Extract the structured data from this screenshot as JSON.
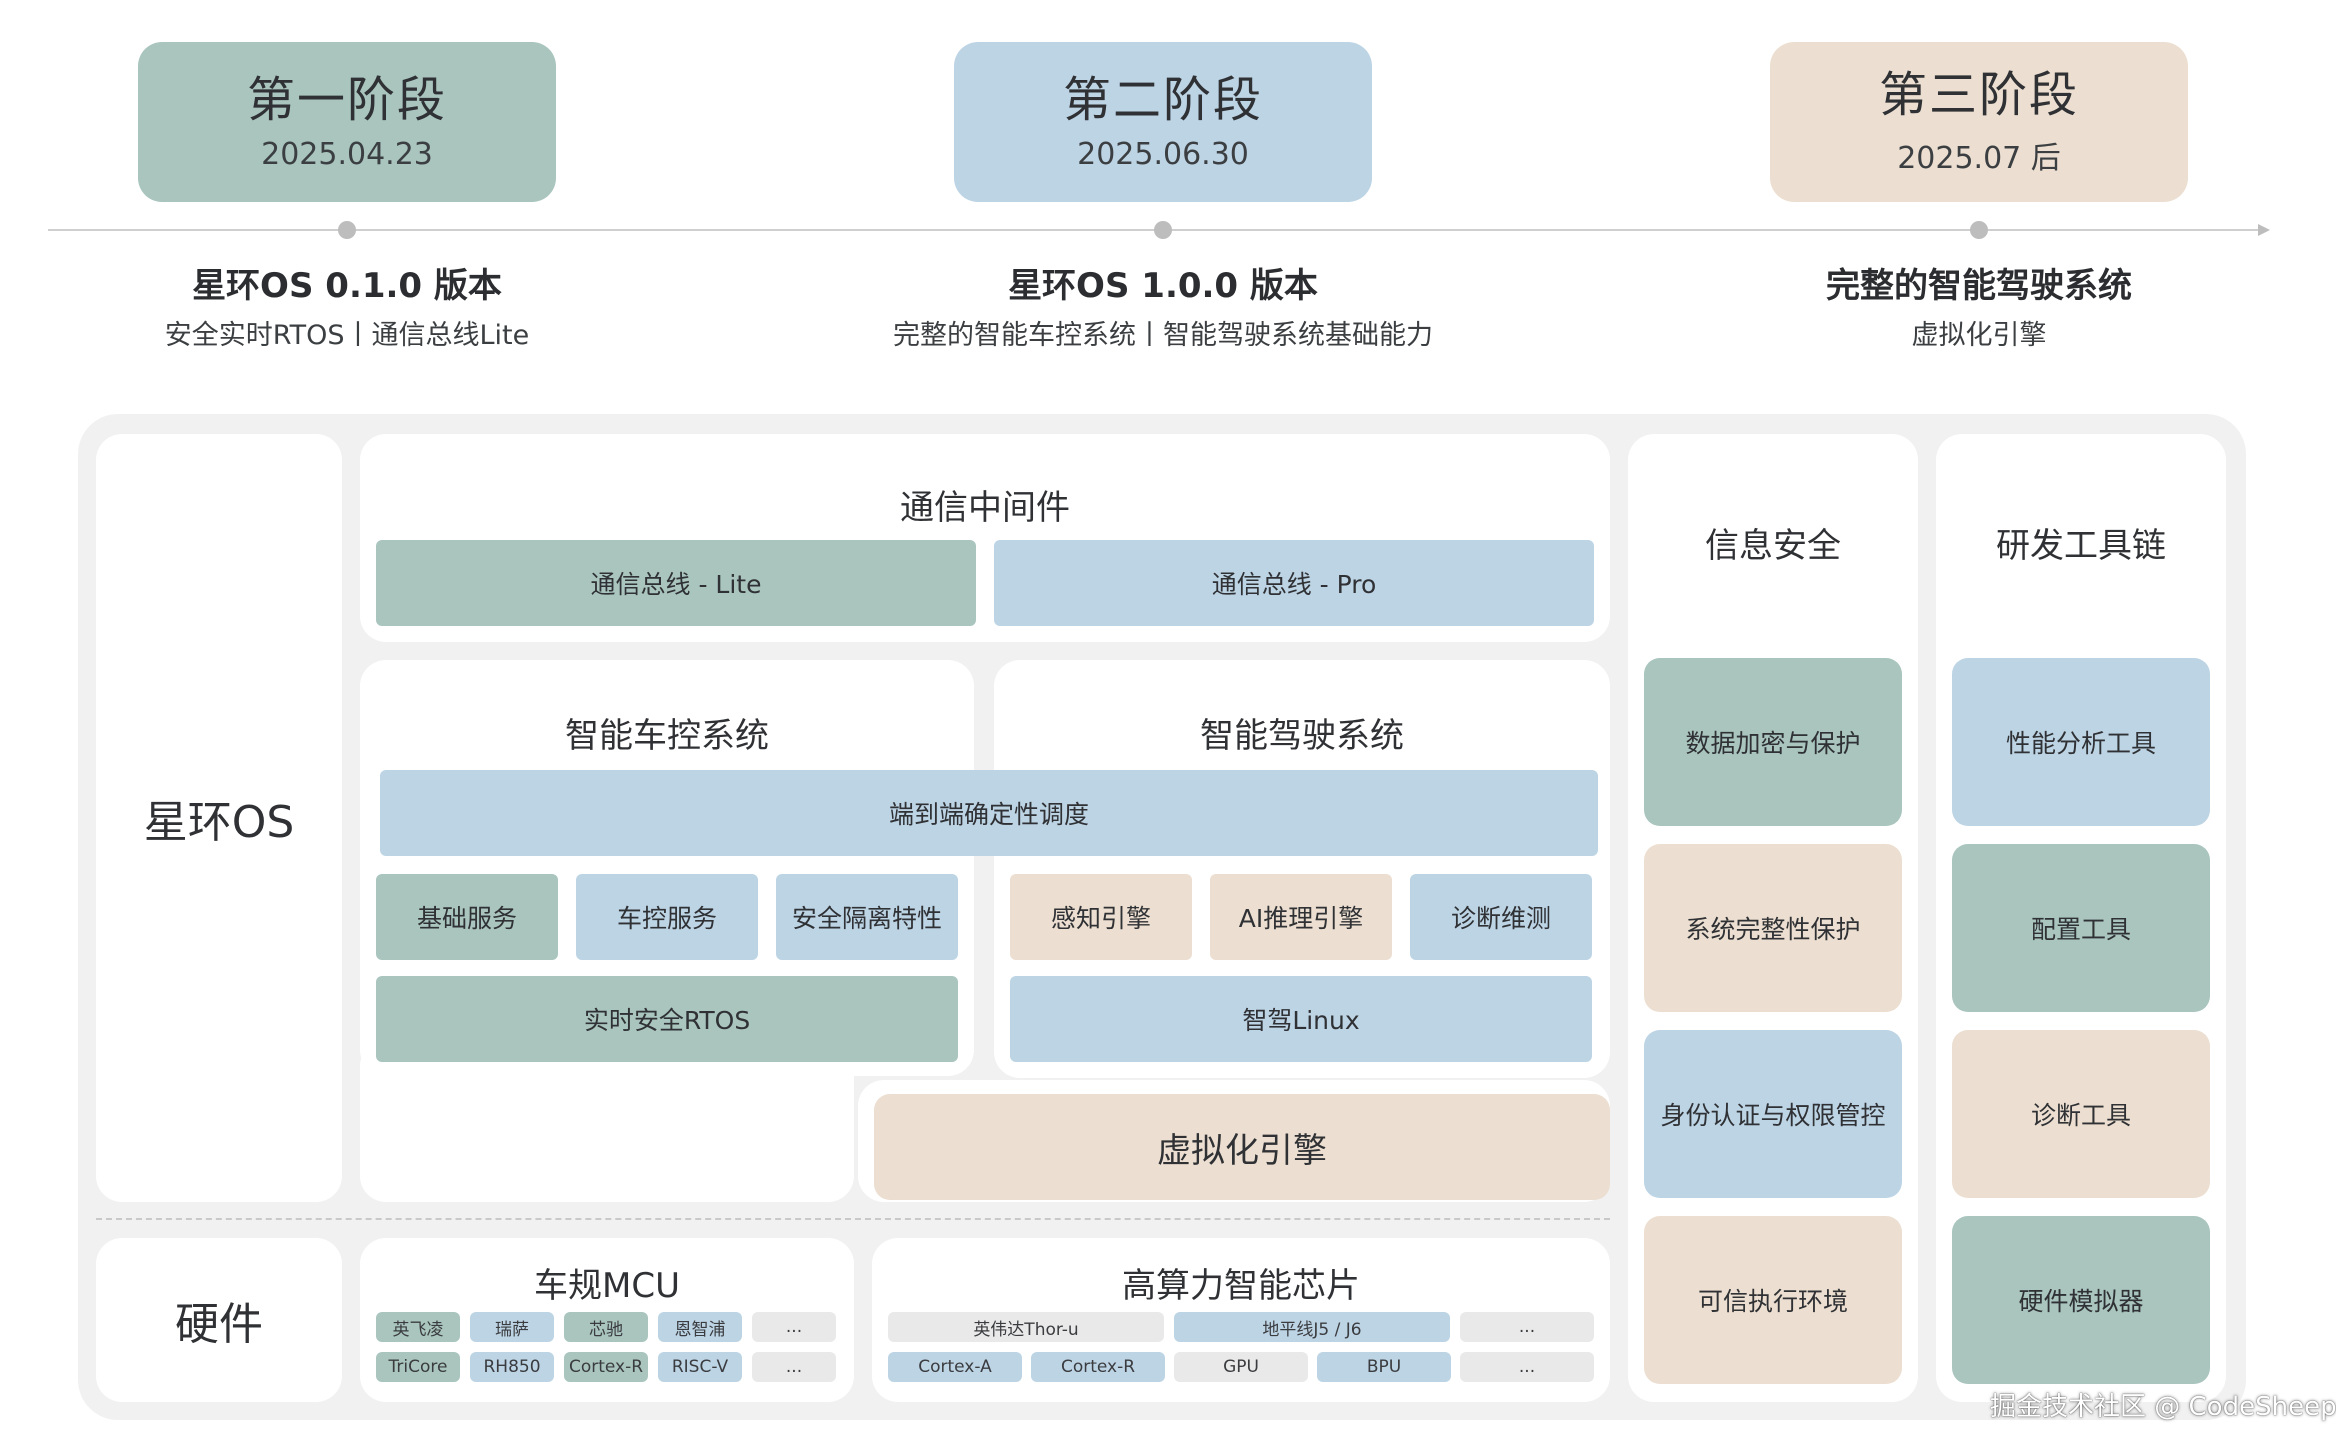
{
  "stages": [
    {
      "title": "第一阶段",
      "date": "2025.04.23",
      "version": "星环OS 0.1.0 版本",
      "desc": "安全实时RTOS丨通信总线Lite"
    },
    {
      "title": "第二阶段",
      "date": "2025.06.30",
      "version": "星环OS 1.0.0 版本",
      "desc": "完整的智能车控系统丨智能驾驶系统基础能力"
    },
    {
      "title": "第三阶段",
      "date": "2025.07 后",
      "version": "完整的智能驾驶系统",
      "desc": "虚拟化引擎"
    }
  ],
  "os_label": "星环OS",
  "hardware_label": "硬件",
  "middleware": {
    "title": "通信中间件",
    "lite": "通信总线 - Lite",
    "pro": "通信总线 - Pro"
  },
  "vehicle_control": {
    "title": "智能车控系统",
    "basic": "基础服务",
    "control": "车控服务",
    "isolation": "安全隔离特性",
    "rtos": "实时安全RTOS"
  },
  "driving": {
    "title": "智能驾驶系统",
    "perception": "感知引擎",
    "ai": "AI推理引擎",
    "diagnosis": "诊断维测",
    "linux": "智驾Linux"
  },
  "scheduling": "端到端确定性调度",
  "virtualization": "虚拟化引擎",
  "security": {
    "title": "信息安全",
    "items": [
      "数据加密与保护",
      "系统完整性保护",
      "身份认证与权限管控",
      "可信执行环境"
    ]
  },
  "toolchain": {
    "title": "研发工具链",
    "items": [
      "性能分析工具",
      "配置工具",
      "诊断工具",
      "硬件模拟器"
    ]
  },
  "mcu": {
    "title": "车规MCU",
    "row1": [
      "英飞凌",
      "瑞萨",
      "芯驰",
      "恩智浦",
      "..."
    ],
    "row2": [
      "TriCore",
      "RH850",
      "Cortex-R",
      "RISC-V",
      "..."
    ]
  },
  "chip": {
    "title": "高算力智能芯片",
    "row1": [
      "英伟达Thor-u",
      "地平线J5 / J6",
      "..."
    ],
    "row2": [
      "Cortex-A",
      "Cortex-R",
      "GPU",
      "BPU",
      "..."
    ]
  },
  "watermark": "掘金技术社区 @ CodeSheep",
  "colors": {
    "green": "#a9c5be",
    "blue": "#bdd4e5",
    "beige": "#ecdfd1",
    "gray": "#e9e9e9",
    "panel": "#f1f1f1"
  }
}
